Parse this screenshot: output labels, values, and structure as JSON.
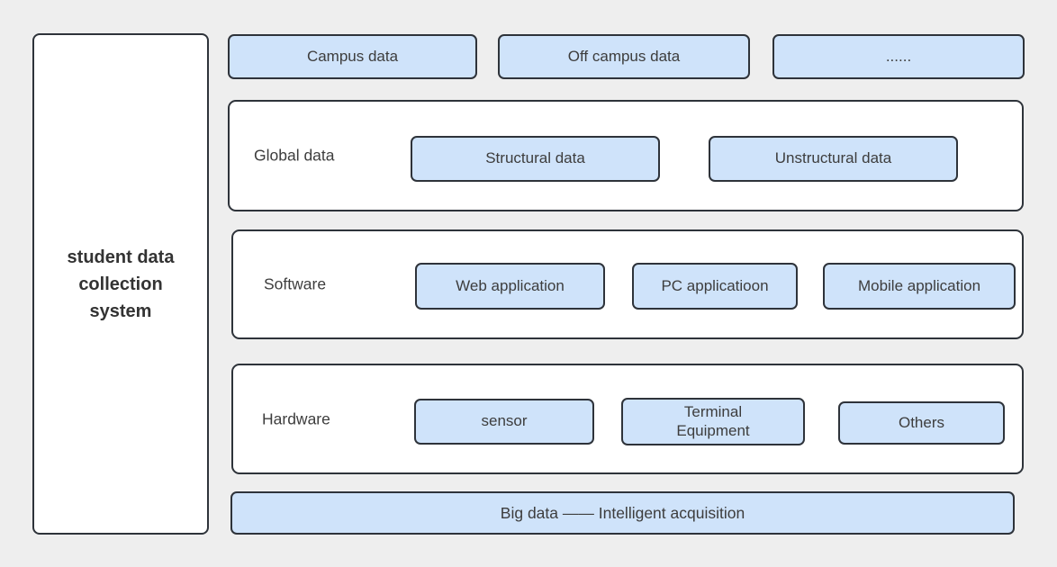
{
  "diagram": {
    "side_panel": {
      "title": "student data collection system"
    },
    "top_row": [
      {
        "label": "Campus data"
      },
      {
        "label": "Off campus data"
      },
      {
        "label": "......"
      }
    ],
    "sections": [
      {
        "label": "Global data",
        "items": [
          {
            "label": "Structural data"
          },
          {
            "label": "Unstructural data"
          }
        ]
      },
      {
        "label": "Software",
        "items": [
          {
            "label": "Web application"
          },
          {
            "label": "PC applicatioon"
          },
          {
            "label": "Mobile application"
          }
        ]
      },
      {
        "label": "Hardware",
        "items": [
          {
            "label": "sensor"
          },
          {
            "label": "Terminal\nEquipment"
          },
          {
            "label": "Others"
          }
        ]
      }
    ],
    "footer": {
      "label": "Big data —— Intelligent acquisition"
    },
    "colors": {
      "background": "#eeeeee",
      "chip_fill": "#cfe3fa",
      "border": "#2e333a",
      "container_fill": "#ffffff",
      "text": "#3a3a3a"
    }
  }
}
